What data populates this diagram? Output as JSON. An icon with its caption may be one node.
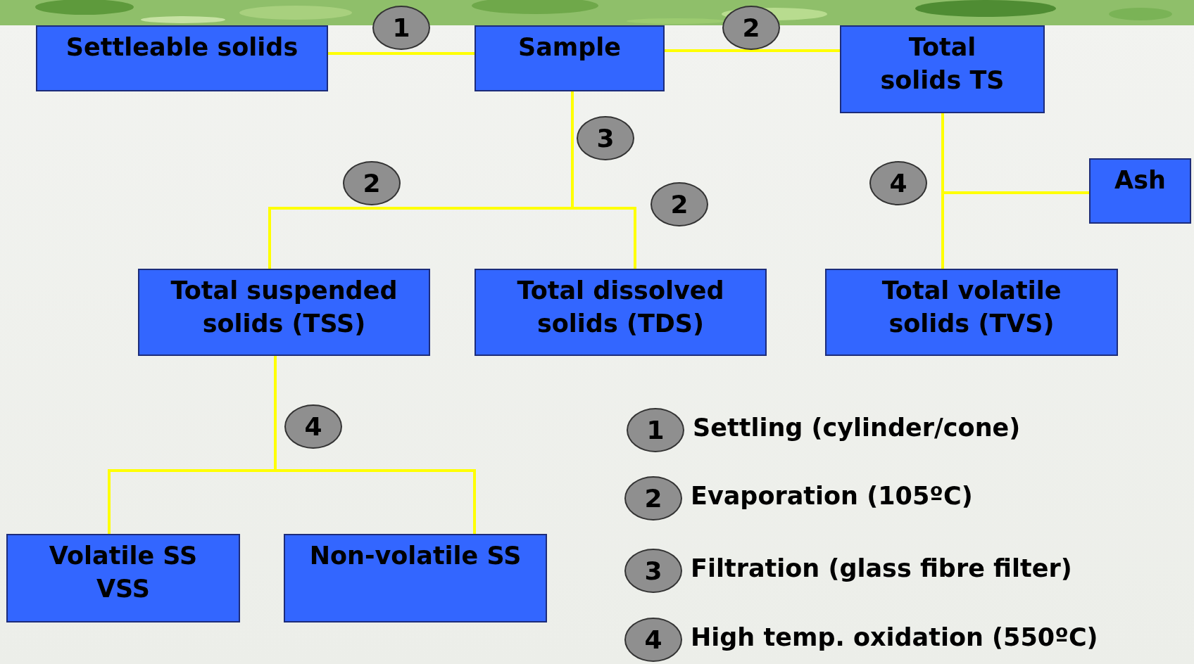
{
  "diagram": {
    "nodes": [
      {
        "text": [
          "Settleable solids"
        ]
      },
      {
        "text": [
          "Sample"
        ]
      },
      {
        "text": [
          "Total solids TS"
        ]
      },
      {
        "text": [
          "Ash"
        ]
      },
      {
        "text": [
          "Total suspended solids (TSS)"
        ]
      },
      {
        "text": [
          "Total dissolved solids (TDS)"
        ]
      },
      {
        "text": [
          "Total volatile solids (TVS)"
        ]
      },
      {
        "text": [
          "Volatile SS VSS"
        ]
      },
      {
        "text": [
          "Non-volatile SS"
        ]
      },
      {
        "text": [
          "1"
        ]
      },
      {
        "text": [
          "2"
        ]
      },
      {
        "text": [
          "3"
        ]
      },
      {
        "text": [
          "2"
        ]
      },
      {
        "text": [
          "2"
        ]
      },
      {
        "text": [
          "4"
        ]
      },
      {
        "text": [
          "4"
        ]
      },
      {
        "text": [
          "1"
        ],
        "beside": [
          "Settling (cylinder/cone)"
        ]
      },
      {
        "text": [
          "2"
        ],
        "beside": [
          "Evaporation (105ºC)"
        ]
      },
      {
        "text": [
          "3"
        ],
        "beside": [
          "Filtration (glass fibre filter)"
        ]
      },
      {
        "text": [
          "4"
        ],
        "beside": [
          "High temp. oxidation (550ºC)"
        ]
      }
    ],
    "edges": [
      {
        "from": 1,
        "to": 0,
        "arrow": "none"
      },
      {
        "from": 1,
        "to": 2,
        "arrow": "none"
      },
      {
        "from": 1,
        "to": 4,
        "arrow": "none"
      },
      {
        "from": 1,
        "to": 5,
        "arrow": "none"
      },
      {
        "from": 2,
        "to": 3,
        "arrow": "none"
      },
      {
        "from": 2,
        "to": 6,
        "arrow": "none"
      },
      {
        "from": 4,
        "to": 7,
        "arrow": "none"
      },
      {
        "from": 4,
        "to": 8,
        "arrow": "none"
      }
    ]
  }
}
